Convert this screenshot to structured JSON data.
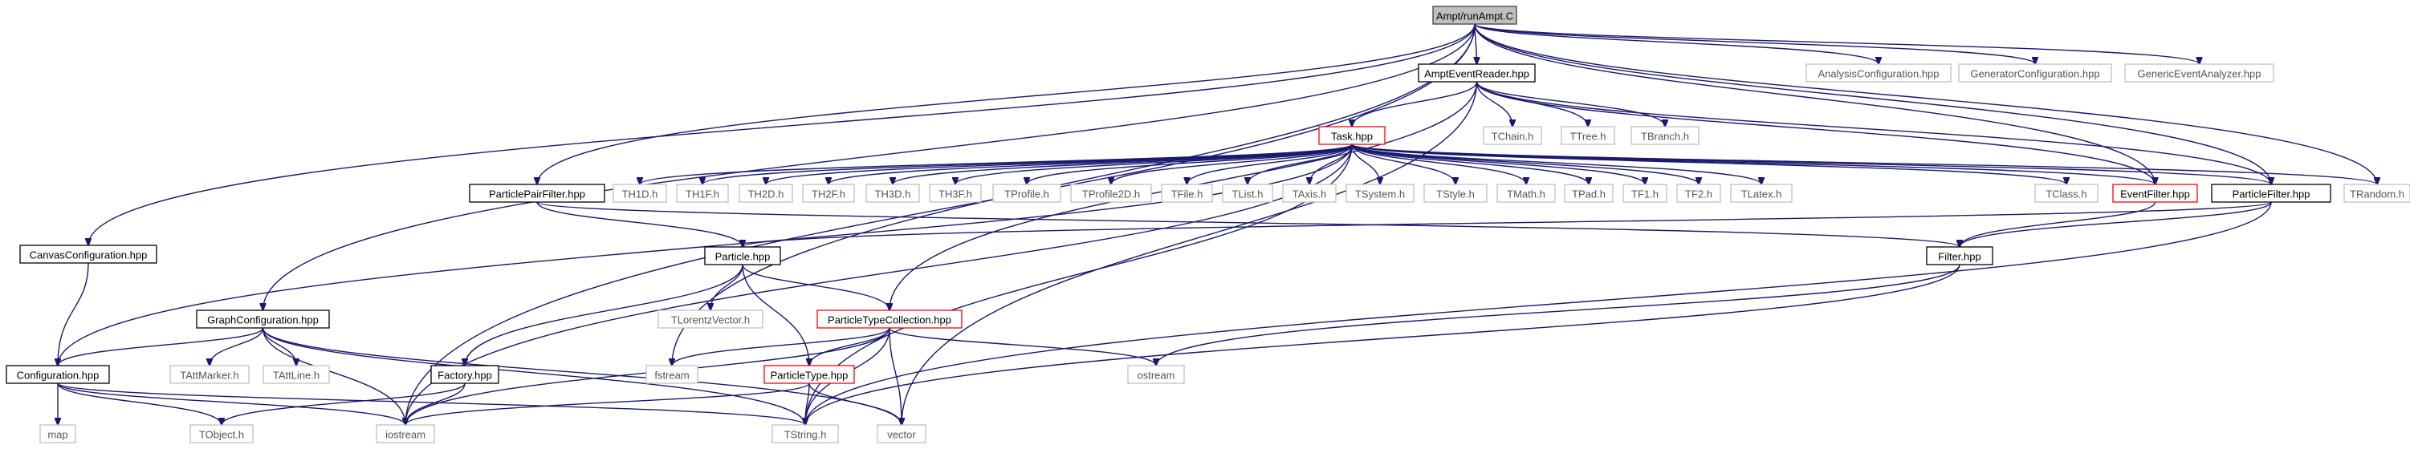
{
  "colors": {
    "edge": "#191970",
    "root_fill": "#bfbfbf",
    "root_stroke": "#404040",
    "doc_stroke": "#000000",
    "highlight_stroke": "#ff0000",
    "external_stroke": "#bfbfbf",
    "background": "#ffffff"
  },
  "nodes": [
    {
      "id": "root",
      "label": "Ampt/runAmpt.C",
      "kind": "root"
    },
    {
      "id": "aer",
      "label": "AmptEventReader.hpp",
      "kind": "doc"
    },
    {
      "id": "ac",
      "label": "AnalysisConfiguration.hpp",
      "kind": "external"
    },
    {
      "id": "gc",
      "label": "GeneratorConfiguration.hpp",
      "kind": "external"
    },
    {
      "id": "gea",
      "label": "GenericEventAnalyzer.hpp",
      "kind": "external"
    },
    {
      "id": "tchain",
      "label": "TChain.h",
      "kind": "external"
    },
    {
      "id": "ttree",
      "label": "TTree.h",
      "kind": "external"
    },
    {
      "id": "tbranch",
      "label": "TBranch.h",
      "kind": "external"
    },
    {
      "id": "task",
      "label": "Task.hpp",
      "kind": "highlight"
    },
    {
      "id": "ppf",
      "label": "ParticlePairFilter.hpp",
      "kind": "doc"
    },
    {
      "id": "th1d",
      "label": "TH1D.h",
      "kind": "external"
    },
    {
      "id": "th1f",
      "label": "TH1F.h",
      "kind": "external"
    },
    {
      "id": "th2d",
      "label": "TH2D.h",
      "kind": "external"
    },
    {
      "id": "th2f",
      "label": "TH2F.h",
      "kind": "external"
    },
    {
      "id": "th3d",
      "label": "TH3D.h",
      "kind": "external"
    },
    {
      "id": "th3f",
      "label": "TH3F.h",
      "kind": "external"
    },
    {
      "id": "tprofile",
      "label": "TProfile.h",
      "kind": "external"
    },
    {
      "id": "tprofile2d",
      "label": "TProfile2D.h",
      "kind": "external"
    },
    {
      "id": "tfile",
      "label": "TFile.h",
      "kind": "external"
    },
    {
      "id": "tlist",
      "label": "TList.h",
      "kind": "external"
    },
    {
      "id": "taxis",
      "label": "TAxis.h",
      "kind": "external"
    },
    {
      "id": "tsystem",
      "label": "TSystem.h",
      "kind": "external"
    },
    {
      "id": "tstyle",
      "label": "TStyle.h",
      "kind": "external"
    },
    {
      "id": "tmath",
      "label": "TMath.h",
      "kind": "external"
    },
    {
      "id": "tpad",
      "label": "TPad.h",
      "kind": "external"
    },
    {
      "id": "tf1",
      "label": "TF1.h",
      "kind": "external"
    },
    {
      "id": "tf2",
      "label": "TF2.h",
      "kind": "external"
    },
    {
      "id": "tlatex",
      "label": "TLatex.h",
      "kind": "external"
    },
    {
      "id": "tclass",
      "label": "TClass.h",
      "kind": "external"
    },
    {
      "id": "ef",
      "label": "EventFilter.hpp",
      "kind": "highlight"
    },
    {
      "id": "pf",
      "label": "ParticleFilter.hpp",
      "kind": "doc"
    },
    {
      "id": "trandom",
      "label": "TRandom.h",
      "kind": "external"
    },
    {
      "id": "cc",
      "label": "CanvasConfiguration.hpp",
      "kind": "doc"
    },
    {
      "id": "particle",
      "label": "Particle.hpp",
      "kind": "doc"
    },
    {
      "id": "filter",
      "label": "Filter.hpp",
      "kind": "doc"
    },
    {
      "id": "tlv",
      "label": "TLorentzVector.h",
      "kind": "external"
    },
    {
      "id": "ptc",
      "label": "ParticleTypeCollection.hpp",
      "kind": "highlight"
    },
    {
      "id": "grc",
      "label": "GraphConfiguration.hpp",
      "kind": "doc"
    },
    {
      "id": "tattmarker",
      "label": "TAttMarker.h",
      "kind": "external"
    },
    {
      "id": "tattline",
      "label": "TAttLine.h",
      "kind": "external"
    },
    {
      "id": "conf",
      "label": "Configuration.hpp",
      "kind": "doc"
    },
    {
      "id": "factory",
      "label": "Factory.hpp",
      "kind": "doc"
    },
    {
      "id": "fstream",
      "label": "fstream",
      "kind": "external"
    },
    {
      "id": "pt",
      "label": "ParticleType.hpp",
      "kind": "highlight"
    },
    {
      "id": "ostream",
      "label": "ostream",
      "kind": "external"
    },
    {
      "id": "map",
      "label": "map",
      "kind": "external"
    },
    {
      "id": "tobject",
      "label": "TObject.h",
      "kind": "external"
    },
    {
      "id": "iostream",
      "label": "iostream",
      "kind": "external"
    },
    {
      "id": "tstring",
      "label": "TString.h",
      "kind": "external"
    },
    {
      "id": "vector",
      "label": "vector",
      "kind": "external"
    }
  ],
  "edges": [
    [
      "root",
      "aer"
    ],
    [
      "root",
      "ac"
    ],
    [
      "root",
      "gc"
    ],
    [
      "root",
      "gea"
    ],
    [
      "root",
      "ppf"
    ],
    [
      "root",
      "cc"
    ],
    [
      "root",
      "grc"
    ],
    [
      "root",
      "iostream"
    ],
    [
      "root",
      "fstream"
    ],
    [
      "root",
      "ef"
    ],
    [
      "root",
      "pf"
    ],
    [
      "root",
      "trandom"
    ],
    [
      "aer",
      "tchain"
    ],
    [
      "aer",
      "ttree"
    ],
    [
      "aer",
      "tbranch"
    ],
    [
      "aer",
      "task"
    ],
    [
      "aer",
      "ef"
    ],
    [
      "aer",
      "pf"
    ],
    [
      "aer",
      "ptc"
    ],
    [
      "aer",
      "vector"
    ],
    [
      "task",
      "th1d"
    ],
    [
      "task",
      "th1f"
    ],
    [
      "task",
      "th2d"
    ],
    [
      "task",
      "th2f"
    ],
    [
      "task",
      "th3d"
    ],
    [
      "task",
      "th3f"
    ],
    [
      "task",
      "tprofile"
    ],
    [
      "task",
      "tprofile2d"
    ],
    [
      "task",
      "tfile"
    ],
    [
      "task",
      "tlist"
    ],
    [
      "task",
      "taxis"
    ],
    [
      "task",
      "tsystem"
    ],
    [
      "task",
      "tstyle"
    ],
    [
      "task",
      "tmath"
    ],
    [
      "task",
      "tpad"
    ],
    [
      "task",
      "tf1"
    ],
    [
      "task",
      "tf2"
    ],
    [
      "task",
      "tlatex"
    ],
    [
      "task",
      "tclass"
    ],
    [
      "task",
      "ef"
    ],
    [
      "task",
      "pf"
    ],
    [
      "task",
      "trandom"
    ],
    [
      "task",
      "conf"
    ],
    [
      "task",
      "iostream"
    ],
    [
      "task",
      "tstring"
    ],
    [
      "ppf",
      "particle"
    ],
    [
      "ppf",
      "filter"
    ],
    [
      "ef",
      "filter"
    ],
    [
      "pf",
      "particle"
    ],
    [
      "pf",
      "filter"
    ],
    [
      "pf",
      "tstring"
    ],
    [
      "cc",
      "conf"
    ],
    [
      "particle",
      "tlv"
    ],
    [
      "particle",
      "ptc"
    ],
    [
      "particle",
      "pt"
    ],
    [
      "particle",
      "factory"
    ],
    [
      "filter",
      "ostream"
    ],
    [
      "filter",
      "tstring"
    ],
    [
      "ptc",
      "fstream"
    ],
    [
      "ptc",
      "ostream"
    ],
    [
      "ptc",
      "pt"
    ],
    [
      "ptc",
      "iostream"
    ],
    [
      "ptc",
      "tstring"
    ],
    [
      "ptc",
      "vector"
    ],
    [
      "grc",
      "tattmarker"
    ],
    [
      "grc",
      "tattline"
    ],
    [
      "grc",
      "conf"
    ],
    [
      "grc",
      "iostream"
    ],
    [
      "grc",
      "tstring"
    ],
    [
      "grc",
      "vector"
    ],
    [
      "conf",
      "map"
    ],
    [
      "conf",
      "tobject"
    ],
    [
      "conf",
      "iostream"
    ],
    [
      "conf",
      "tstring"
    ],
    [
      "factory",
      "tobject"
    ],
    [
      "factory",
      "iostream"
    ],
    [
      "pt",
      "iostream"
    ],
    [
      "pt",
      "tstring"
    ],
    [
      "pt",
      "vector"
    ]
  ]
}
